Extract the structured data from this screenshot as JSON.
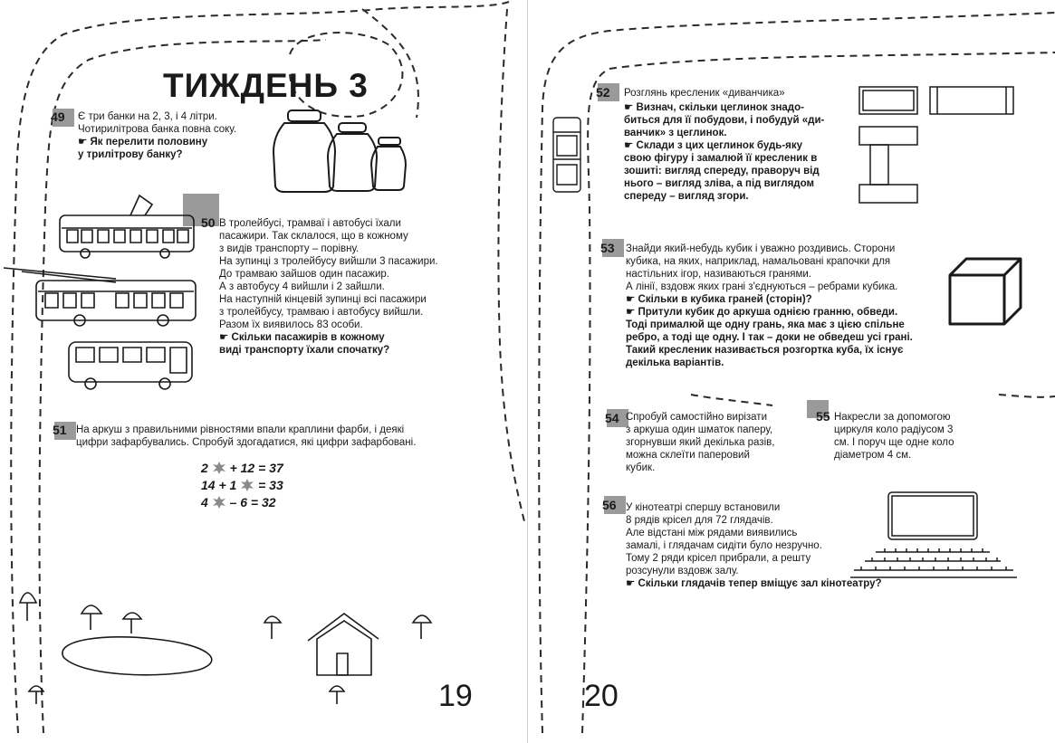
{
  "left_page": {
    "title": "ТИЖДЕНЬ 3",
    "page_number": "19",
    "tasks": {
      "t49": {
        "number": "49",
        "lines": [
          "Є три банки на 2, 3, і 4 літри.",
          "Чотирилітрова банка повна соку."
        ],
        "question": [
          "Як перелити половину",
          "у трилітрову банку?"
        ]
      },
      "t50": {
        "number": "50",
        "lines": [
          "В тролейбусі, трамваї і автобусі їхали",
          "пасажири. Так склалося, що в кожному",
          "з видів транспорту – порівну.",
          "На зупинці з тролейбусу вийшли 3 пасажири.",
          "До трамваю зайшов один пасажир.",
          "А з автобусу 4 вийшли і 2 зайшли.",
          "На наступній кінцевій зупинці всі пасажири",
          "з тролейбусу, трамваю і автобусу вийшли.",
          "Разом їх виявилось 83 особи."
        ],
        "question": [
          "Скільки пасажирів в кожному",
          "виді транспорту їхали спочатку?"
        ]
      },
      "t51": {
        "number": "51",
        "lines": [
          "На аркуш з правильними рівностями впали краплини фарби, і деякі",
          "цифри зафарбувались. Спробуй здогадатися, які цифри зафарбовані."
        ],
        "equations": [
          {
            "before": "2",
            "after": "+ 12 = 37"
          },
          {
            "before": "14 + 1",
            "after": "= 33"
          },
          {
            "before": "4",
            "after": "–  6 = 32"
          }
        ]
      }
    }
  },
  "right_page": {
    "page_number": "20",
    "tasks": {
      "t52": {
        "number": "52",
        "lines": [
          "Розглянь кресленик «диванчика»"
        ],
        "questions": [
          [
            "Визнач, скільки цеглинок знадо-",
            "биться для її побудови, і побудуй «ди-",
            "ванчик» з цеглинок."
          ],
          [
            "Склади з цих цеглинок будь-яку",
            "свою фігуру і замалюй її кресленик в",
            "зошиті: вигляд спереду, праворуч від",
            "нього – вигляд зліва, а під виглядом",
            "спереду – вигляд згори."
          ]
        ]
      },
      "t53": {
        "number": "53",
        "lines": [
          "Знайди який-небудь кубик і уважно роздивись. Сторони",
          "кубика, на яких, наприклад, намальовані крапочки для",
          "настільних ігор, називаються гранями.",
          "А лінії, вздовж яких грані з'єднуються – ребрами кубика."
        ],
        "questions": [
          [
            "Скільки в кубика граней (сторін)?"
          ],
          [
            "Притули кубик до аркуша однією гранню, обведи.",
            "Тоді прималюй ще одну грань, яка має з цією спільне",
            "ребро, а тоді ще одну. І так – доки не обведеш усі грані.",
            "Такий кресленик називається розгортка куба, їх існує",
            "декілька варіантів."
          ]
        ]
      },
      "t54": {
        "number": "54",
        "lines": [
          "Спробуй самостійно вирізати",
          "з аркуша один шматок паперу,",
          "згорнувши який декілька разів,",
          "можна склеїти паперовий",
          "кубик."
        ]
      },
      "t55": {
        "number": "55",
        "lines": [
          "Накресли за допомогою",
          "циркуля коло радіусом 3",
          "см. І поруч ще одне коло",
          "діаметром 4 см."
        ]
      },
      "t56": {
        "number": "56",
        "lines": [
          "У кінотеатрі спершу встановили",
          "8 рядів крісел для 72 глядачів.",
          "Але відстані між рядами виявились",
          "замалі, і глядачам сидіти було незручно.",
          "Тому 2 ряди крісел прибрали, а решту",
          "розсунули вздовж залу."
        ],
        "question": [
          "Скільки глядачів тепер вміщує зал кінотеатру?"
        ]
      }
    }
  }
}
